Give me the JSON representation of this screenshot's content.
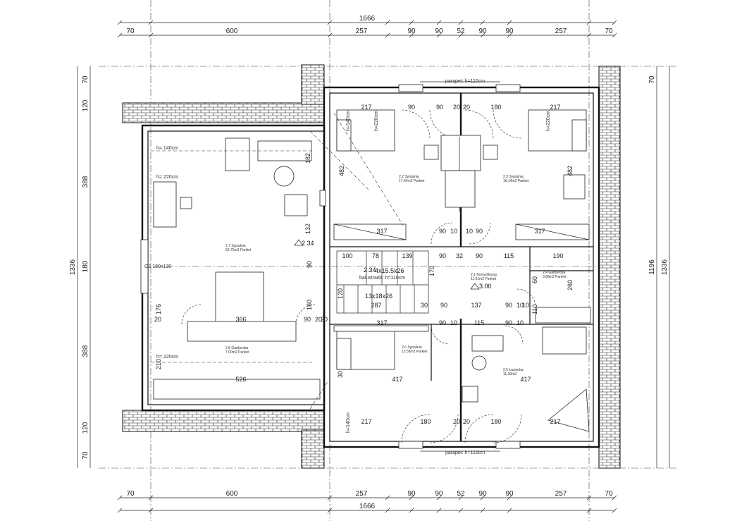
{
  "dimensions": {
    "overall": "1666",
    "top_segments": [
      "70",
      "600",
      "257",
      "90",
      "90",
      "52",
      "90",
      "90",
      "257",
      "70"
    ],
    "bottom_segments": [
      "70",
      "600",
      "257",
      "90",
      "90",
      "52",
      "90",
      "90",
      "257",
      "70"
    ],
    "left_segments": [
      "70",
      "120",
      "388",
      "180",
      "388",
      "120",
      "70"
    ],
    "left_total": "1336",
    "right_segments": [
      "70",
      "1196"
    ],
    "right_total": "1336"
  },
  "rooms": [
    {
      "label": "2.7  Sypialnia",
      "area": "52.75m2  Parkiet"
    },
    {
      "label": "2.8  Garderoba",
      "area": "7.00m2  Parkiet"
    },
    {
      "label": "2.2  Sypialnia",
      "area": "17.64m2  Parkiet"
    },
    {
      "label": "2.3  Sypialnia",
      "area": "16.14m2  Parkiet"
    },
    {
      "label": "2.1  Komunikacja",
      "area": "11.01m2  Parkiet"
    },
    {
      "label": "2.4  Garderoba",
      "area": "3.88m2  Parkiet"
    },
    {
      "label": "2.6  Sypialnia",
      "area": "13.58m2  Parkiet"
    },
    {
      "label": "2.5  Łazienka",
      "area": "11.30m2"
    }
  ],
  "notes": {
    "parapet_top": "parapet: h=110cm",
    "parapet_bottom": "parapet: h=110cm",
    "h140_left": "h= 140cm",
    "h220_left_top": "h= 220cm",
    "h220_left_bottom": "h= 220cm",
    "h220_a": "h=220cm",
    "h140_a": "h=140cm",
    "h220_b": "h=220cm",
    "h140_b": "h=140cm",
    "balustrade": "balustrada: h=110cm",
    "stairs_upper": "4x15.5x26",
    "stairs_lower": "13x18x26",
    "window_left": "O2\n180x130",
    "level_234_a": "2.34",
    "level_234_b": "2.34",
    "level_300": "3.00"
  },
  "interior_dims": [
    "217",
    "90",
    "90",
    "20",
    "20",
    "180",
    "217",
    "182",
    "482",
    "482",
    "132",
    "317",
    "90",
    "10",
    "10",
    "90",
    "317",
    "100",
    "78",
    "139",
    "90",
    "32",
    "90",
    "115",
    "190",
    "170",
    "60",
    "260",
    "137",
    "90",
    "10",
    "10",
    "110",
    "287",
    "30",
    "120",
    "90",
    "90",
    "180",
    "176",
    "20",
    "366",
    "20",
    "90",
    "20",
    "317",
    "90",
    "10",
    "115",
    "90",
    "10",
    "210",
    "526",
    "417",
    "417",
    "30",
    "217",
    "180",
    "20",
    "20",
    "180",
    "217"
  ]
}
